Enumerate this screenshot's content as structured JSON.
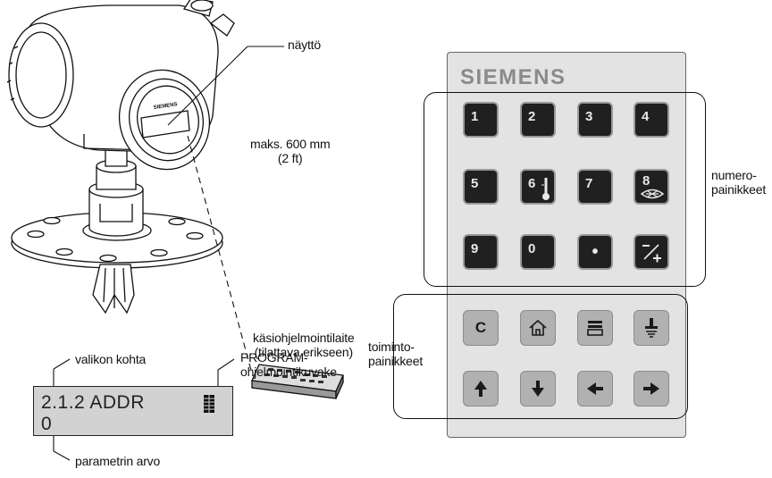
{
  "labels": {
    "display": "näyttö",
    "distance_line1": "maks. 600 mm",
    "distance_line2": "(2 ft)",
    "programmer_line1": "käsiohjelmointilaite",
    "programmer_line2": "(tilattava erikseen)",
    "menu_item": "valikon kohta",
    "program_line1": "PROGRAM-",
    "program_line2": "ohjelmointikuvake",
    "param_value": "parametrin arvo",
    "numeric_line1": "numero-",
    "numeric_line2": "painikkeet",
    "function_line1": "toiminto-",
    "function_line2": "painikkeet"
  },
  "device": {
    "face_brand": "SIEMENS"
  },
  "lcd": {
    "line1": "2.1.2  ADDR",
    "line2": "0"
  },
  "keypad": {
    "brand": "SIEMENS",
    "numeric_keys": [
      {
        "label": "1"
      },
      {
        "label": "2"
      },
      {
        "label": "3"
      },
      {
        "label": "4"
      },
      {
        "label": "5"
      },
      {
        "label": "6",
        "icon": "thermometer-icon"
      },
      {
        "label": "7"
      },
      {
        "label": "8",
        "icon": "echo-icon"
      },
      {
        "label": "9"
      },
      {
        "label": "0"
      },
      {
        "label": "•"
      },
      {
        "label": "–/+"
      }
    ],
    "function_keys": [
      {
        "label": "C"
      },
      {
        "icon": "home-icon"
      },
      {
        "icon": "mode-icon"
      },
      {
        "icon": "tag-icon"
      },
      {
        "icon": "arrow-up-icon"
      },
      {
        "icon": "arrow-down-icon"
      },
      {
        "icon": "arrow-left-icon"
      },
      {
        "icon": "arrow-right-icon"
      }
    ]
  },
  "colors": {
    "keypad_body": "#e3e3e3",
    "dark_key": "#202020",
    "light_key": "#b1b1b1",
    "lcd": "#d2d2d2",
    "brand_text": "#8a8a8a"
  }
}
